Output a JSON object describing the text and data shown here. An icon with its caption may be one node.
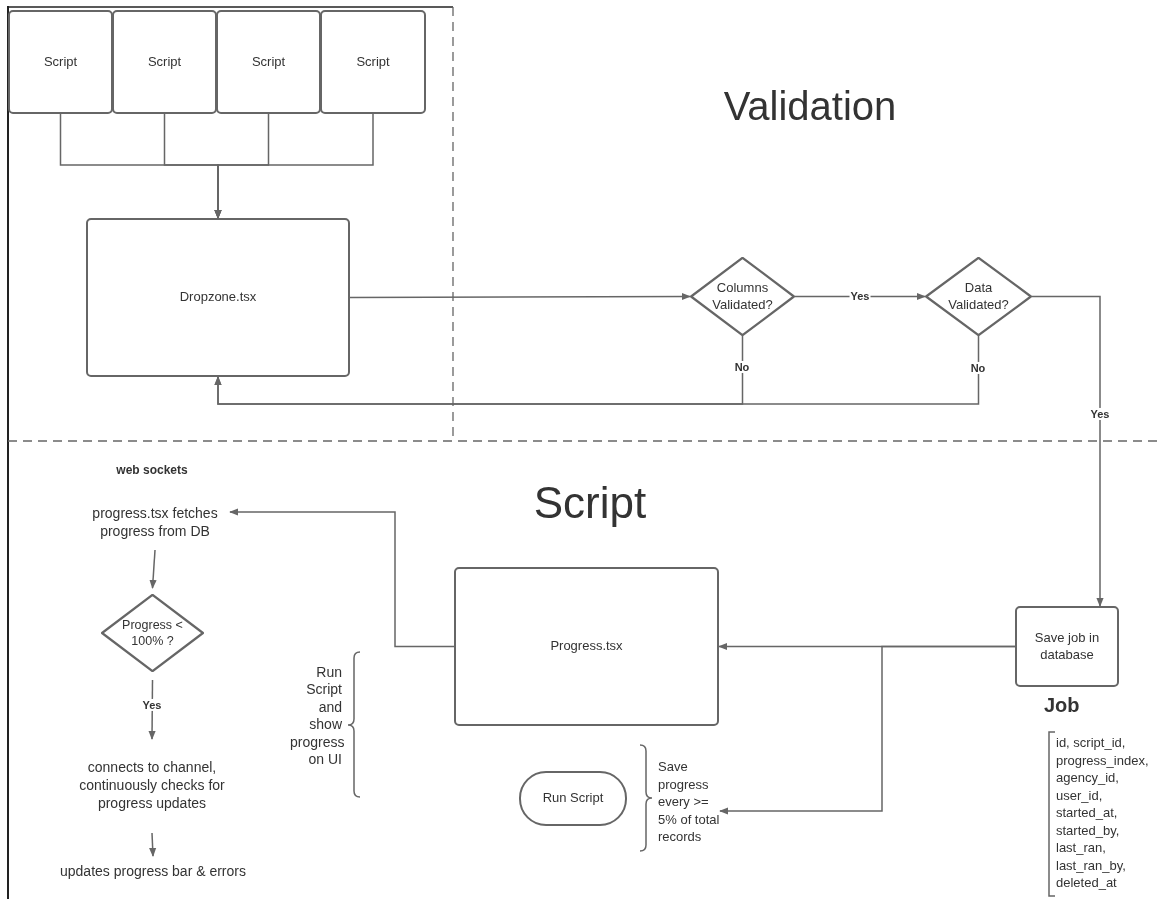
{
  "diagram": {
    "nodes": [
      {
        "text": [
          "Script"
        ]
      },
      {
        "text": [
          "Script"
        ]
      },
      {
        "text": [
          "Script"
        ]
      },
      {
        "text": [
          "Script"
        ]
      },
      {
        "text": [
          "Dropzone.tsx"
        ]
      },
      {
        "text": [
          "Columns Validated?"
        ]
      },
      {
        "text": [
          "Data Validated?"
        ]
      },
      {
        "text": [
          "Save job in database"
        ]
      },
      {
        "text": [
          "Progress.tsx"
        ]
      },
      {
        "text": [
          "progress.tsx fetches progress from DB"
        ]
      },
      {
        "text": [
          "Progress < 100% ?"
        ]
      },
      {
        "text": [
          "connects to channel, continuously checks for progress updates"
        ]
      },
      {
        "text": [
          "updates progress bar & errors"
        ]
      },
      {
        "text": [
          "Run Script"
        ]
      },
      {
        "text": [
          "Save progress every >= 5% of total records"
        ]
      }
    ],
    "edges": [
      {
        "from": 0,
        "to": 4,
        "arrow": "to"
      },
      {
        "from": 1,
        "to": 4,
        "arrow": "to"
      },
      {
        "from": 2,
        "to": 4,
        "arrow": "to"
      },
      {
        "from": 3,
        "to": 4,
        "arrow": "to"
      },
      {
        "from": 4,
        "to": 5,
        "arrow": "to"
      },
      {
        "from": 5,
        "to": 6,
        "label": "Yes",
        "arrow": "to"
      },
      {
        "from": 5,
        "to": 4,
        "label": "No",
        "arrow": "to"
      },
      {
        "from": 6,
        "to": 4,
        "label": "No",
        "arrow": "to"
      },
      {
        "from": 6,
        "to": 7,
        "label": "Yes",
        "arrow": "to"
      },
      {
        "from": 7,
        "to": 8,
        "arrow": "to"
      },
      {
        "from": 7,
        "to": 14,
        "arrow": "to"
      },
      {
        "from": 8,
        "to": 9,
        "arrow": "to"
      },
      {
        "from": 9,
        "to": 10,
        "arrow": "to"
      },
      {
        "from": 10,
        "to": 11,
        "label": "Yes",
        "arrow": "to"
      },
      {
        "from": 11,
        "to": 12,
        "arrow": "to"
      }
    ],
    "labels": [
      "Validation",
      "web sockets",
      "Script",
      "Run Script and show progress on UI",
      "Job",
      "id, script_id, progress_index, agency_id, user_id, started_at, started_by, last_ran, last_ran_by, deleted_at"
    ]
  }
}
